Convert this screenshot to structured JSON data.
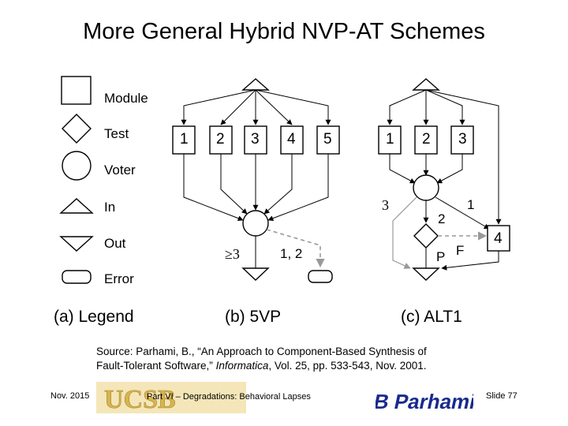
{
  "slide": {
    "title": "More General Hybrid NVP-AT Schemes",
    "legend": {
      "module": "Module",
      "test": "Test",
      "voter": "Voter",
      "in": "In",
      "out": "Out",
      "error": "Error",
      "caption": "(a) Legend"
    },
    "vp5": {
      "modules": [
        "1",
        "2",
        "3",
        "4",
        "5"
      ],
      "threshold": "≥3",
      "error_label": "1, 2",
      "caption": "(b) 5VP"
    },
    "alt1": {
      "modules": [
        "1",
        "2",
        "3"
      ],
      "label_3": "3",
      "label_2": "2",
      "label_1": "1",
      "label_p": "P",
      "label_f": "F",
      "label_4": "4",
      "caption": "(c) ALT1"
    },
    "source": {
      "prefix": "Source: Parhami, B., “An Approach to Component-Based Synthesis of",
      "line2_start": "Fault-Tolerant Software,” ",
      "journal": "Informatica",
      "line2_end": ", Vol. 25, pp. 533-543, Nov. 2001."
    },
    "footer": {
      "date": "Nov. 2015",
      "center": "Part VI – Degradations: Behavioral Lapses",
      "slide": "Slide 77",
      "logo_left": "UCSB",
      "logo_right": "B Parhami"
    }
  },
  "colors": {
    "dash": "#999999",
    "logo_gold": "#d8b450",
    "logo_blue": "#1a2a8c"
  }
}
